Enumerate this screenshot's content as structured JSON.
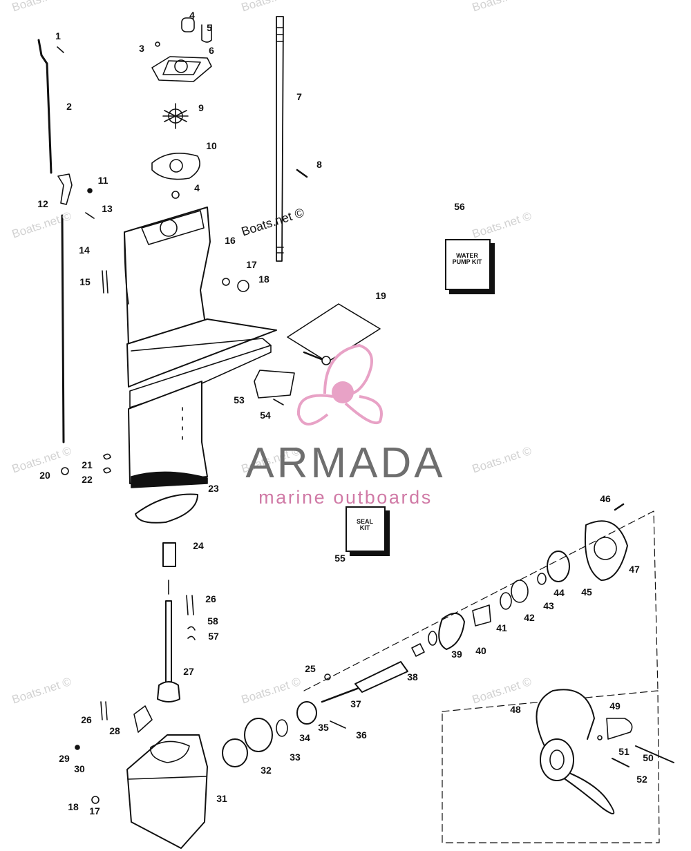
{
  "callouts": [
    {
      "id": "1",
      "text": "1"
    },
    {
      "id": "2",
      "text": "2"
    },
    {
      "id": "3",
      "text": "3"
    },
    {
      "id": "4a",
      "text": "4"
    },
    {
      "id": "5",
      "text": "5"
    },
    {
      "id": "6",
      "text": "6"
    },
    {
      "id": "7",
      "text": "7"
    },
    {
      "id": "8",
      "text": "8"
    },
    {
      "id": "9",
      "text": "9"
    },
    {
      "id": "10",
      "text": "10"
    },
    {
      "id": "4b",
      "text": "4"
    },
    {
      "id": "11",
      "text": "11"
    },
    {
      "id": "12",
      "text": "12"
    },
    {
      "id": "13",
      "text": "13"
    },
    {
      "id": "14",
      "text": "14"
    },
    {
      "id": "15",
      "text": "15"
    },
    {
      "id": "16",
      "text": "16"
    },
    {
      "id": "17a",
      "text": "17"
    },
    {
      "id": "18a",
      "text": "18"
    },
    {
      "id": "19",
      "text": "19"
    },
    {
      "id": "20",
      "text": "20"
    },
    {
      "id": "21",
      "text": "21"
    },
    {
      "id": "22",
      "text": "22"
    },
    {
      "id": "23",
      "text": "23"
    },
    {
      "id": "24",
      "text": "24"
    },
    {
      "id": "25",
      "text": "25"
    },
    {
      "id": "26a",
      "text": "26"
    },
    {
      "id": "26b",
      "text": "26"
    },
    {
      "id": "27",
      "text": "27"
    },
    {
      "id": "28",
      "text": "28"
    },
    {
      "id": "29",
      "text": "29"
    },
    {
      "id": "30",
      "text": "30"
    },
    {
      "id": "31",
      "text": "31"
    },
    {
      "id": "32",
      "text": "32"
    },
    {
      "id": "33",
      "text": "33"
    },
    {
      "id": "34",
      "text": "34"
    },
    {
      "id": "35",
      "text": "35"
    },
    {
      "id": "36",
      "text": "36"
    },
    {
      "id": "37",
      "text": "37"
    },
    {
      "id": "38",
      "text": "38"
    },
    {
      "id": "39",
      "text": "39"
    },
    {
      "id": "40",
      "text": "40"
    },
    {
      "id": "41",
      "text": "41"
    },
    {
      "id": "42",
      "text": "42"
    },
    {
      "id": "43",
      "text": "43"
    },
    {
      "id": "44",
      "text": "44"
    },
    {
      "id": "45",
      "text": "45"
    },
    {
      "id": "46",
      "text": "46"
    },
    {
      "id": "47",
      "text": "47"
    },
    {
      "id": "48",
      "text": "48"
    },
    {
      "id": "49",
      "text": "49"
    },
    {
      "id": "50",
      "text": "50"
    },
    {
      "id": "51",
      "text": "51"
    },
    {
      "id": "52",
      "text": "52"
    },
    {
      "id": "53",
      "text": "53"
    },
    {
      "id": "54",
      "text": "54"
    },
    {
      "id": "55",
      "text": "55"
    },
    {
      "id": "56",
      "text": "56"
    },
    {
      "id": "57",
      "text": "57"
    },
    {
      "id": "58",
      "text": "58"
    },
    {
      "id": "17b",
      "text": "17"
    },
    {
      "id": "18b",
      "text": "18"
    }
  ],
  "watermark": {
    "text": "Boats.net ©"
  },
  "brand": {
    "name": "ARMADA",
    "tagline": "marine outboards",
    "name_color": "#6e6e6e",
    "accent_color": "#e8a2c6"
  },
  "kits": {
    "water_pump": "WATER PUMP KIT",
    "seal": "SEAL KIT"
  }
}
